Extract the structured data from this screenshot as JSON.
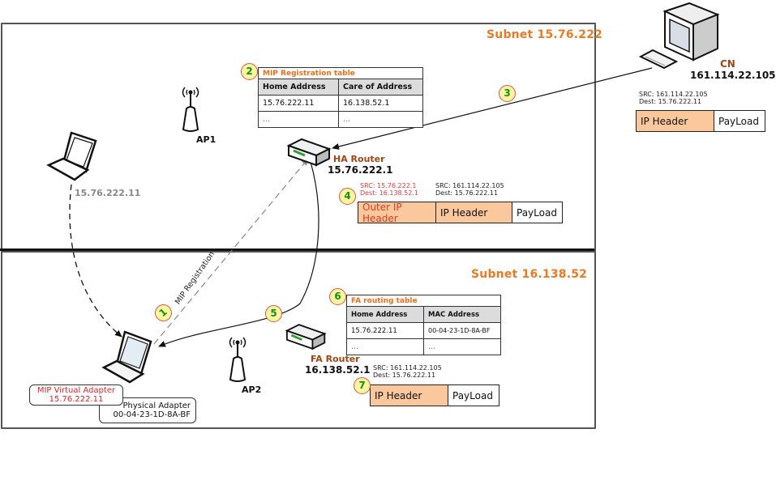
{
  "subnets": {
    "upper": {
      "label": "Subnet 15.76.222"
    },
    "lower": {
      "label": "Subnet 16.138.52"
    }
  },
  "colors": {
    "subnet_label": "#ea7a25",
    "badge_fill": "#faf6a0",
    "badge_border": "#d8584c",
    "badge_text": "#1b8b1d",
    "header_fill": "#fac89c",
    "outer_header_text": "#d83c20",
    "table_caption": "#ea6f1b",
    "device_label": "#a04616"
  },
  "devices": {
    "cn": {
      "label": "CN",
      "ip": "161.114.22.105",
      "icon": "desktop-computer-icon"
    },
    "ha_router": {
      "label": "HA Router",
      "ip": "15.76.222.1",
      "icon": "router-icon"
    },
    "fa_router": {
      "label": "FA Router",
      "ip": "16.138.52.1",
      "icon": "router-icon"
    },
    "ap1": {
      "label": "AP1",
      "icon": "access-point-icon"
    },
    "ap2": {
      "label": "AP2",
      "icon": "access-point-icon"
    },
    "mobile_home": {
      "ip": "15.76.222.11",
      "icon": "laptop-icon"
    },
    "mobile_foreign": {
      "icon": "laptop-icon",
      "virtual_adapter": {
        "title": "MIP Virtual Adapter",
        "value": "15.76.222.11"
      },
      "physical_adapter": {
        "title": "Physical Adapter",
        "value": "00-04-23-1D-8A-BF"
      }
    }
  },
  "steps": [
    "1",
    "2",
    "3",
    "4",
    "5",
    "6",
    "7"
  ],
  "arrows": {
    "registration_label": "MIP Registration"
  },
  "tables": {
    "mip_registration": {
      "caption": "MIP Registration table",
      "columns": [
        "Home Address",
        "Care of Address"
      ],
      "rows": [
        [
          "15.76.222.11",
          "16.138.52.1"
        ],
        [
          "...",
          "..."
        ]
      ]
    },
    "fa_routing": {
      "caption": "FA routing table",
      "columns": [
        "Home Address",
        "MAC Address"
      ],
      "rows": [
        [
          "15.76.222.11",
          "00-04-23-1D-8A-BF"
        ],
        [
          "...",
          "..."
        ]
      ]
    }
  },
  "packets": {
    "cn_packet": {
      "src": "SRC: 161.114.22.105",
      "dest": "Dest: 15.76.222.11",
      "segments": [
        "IP Header",
        "PayLoad"
      ]
    },
    "tunneled_packet": {
      "outer_src": "SRC: 15.76.222.1",
      "outer_dest": "Dest: 16.138.52.1",
      "inner_src": "SRC: 161.114.22.105",
      "inner_dest": "Dest: 15.76.222.11",
      "segments": [
        "Outer IP Header",
        "IP Header",
        "PayLoad"
      ]
    },
    "fa_packet": {
      "src": "SRC: 161.114.22.105",
      "dest": "Dest: 15.76.222.11",
      "segments": [
        "IP Header",
        "PayLoad"
      ]
    }
  }
}
